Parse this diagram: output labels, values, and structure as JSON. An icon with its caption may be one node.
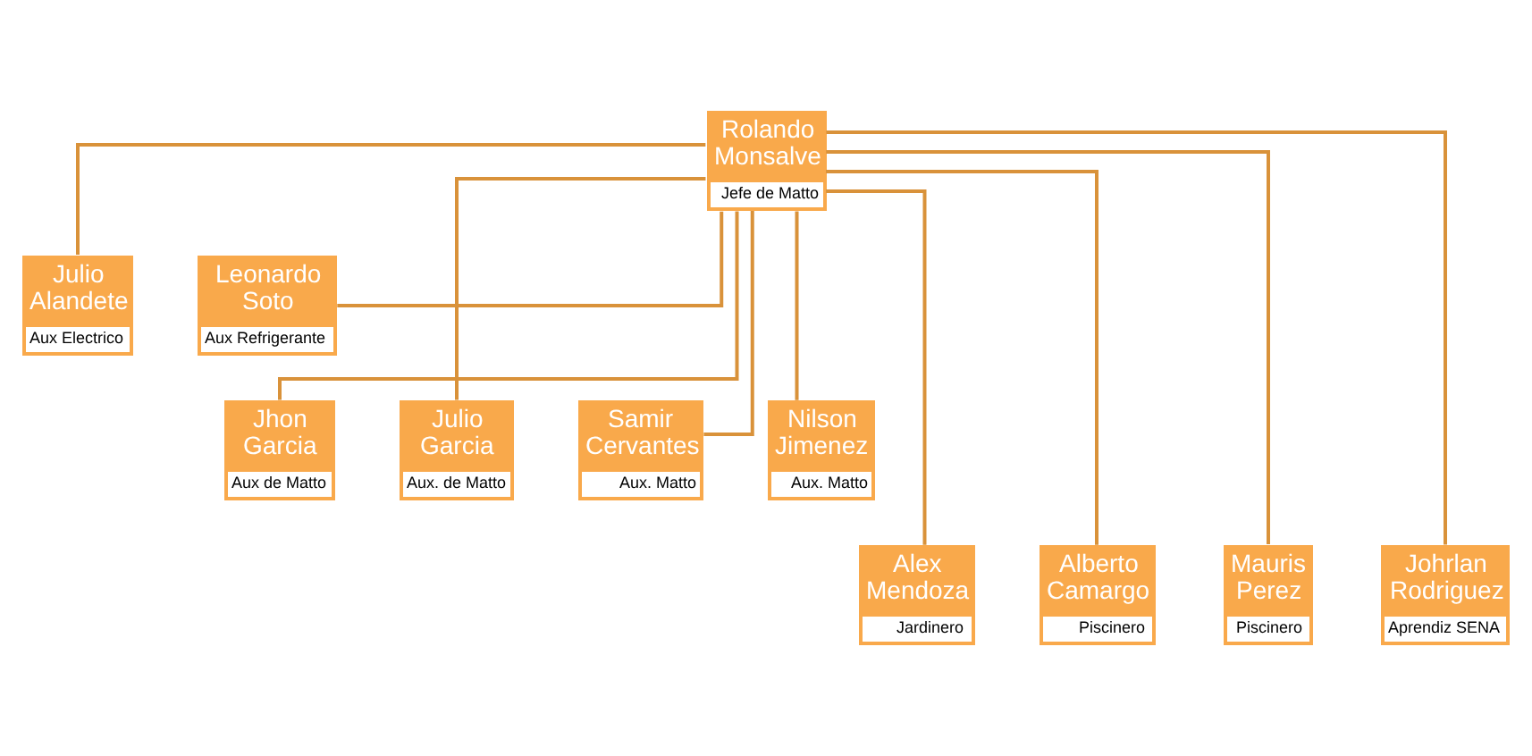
{
  "diagram": {
    "nodes": [
      {
        "text": [
          "Rolando Monsalve",
          "Jefe de Matto"
        ]
      },
      {
        "text": [
          "Julio Alandete",
          "Aux Electrico"
        ]
      },
      {
        "text": [
          "Leonardo Soto",
          "Aux Refrigerante"
        ]
      },
      {
        "text": [
          "Jhon Garcia",
          "Aux de Matto"
        ]
      },
      {
        "text": [
          "Julio Garcia",
          "Aux. de Matto"
        ]
      },
      {
        "text": [
          "Samir Cervantes",
          "Aux. Matto"
        ]
      },
      {
        "text": [
          "Nilson Jimenez",
          "Aux. Matto"
        ]
      },
      {
        "text": [
          "Alex Mendoza",
          "Jardinero"
        ]
      },
      {
        "text": [
          "Alberto Camargo",
          "Piscinero"
        ]
      },
      {
        "text": [
          "Mauris Perez",
          "Piscinero"
        ]
      },
      {
        "text": [
          "Johrlan Rodriguez",
          "Aprendiz SENA"
        ]
      }
    ],
    "edges": [
      {
        "from": 0,
        "to": 1,
        "arrow": "none"
      },
      {
        "from": 0,
        "to": 2,
        "arrow": "none"
      },
      {
        "from": 0,
        "to": 3,
        "arrow": "none"
      },
      {
        "from": 0,
        "to": 4,
        "arrow": "none"
      },
      {
        "from": 0,
        "to": 5,
        "arrow": "none"
      },
      {
        "from": 0,
        "to": 6,
        "arrow": "none"
      },
      {
        "from": 0,
        "to": 7,
        "arrow": "none"
      },
      {
        "from": 0,
        "to": 8,
        "arrow": "none"
      },
      {
        "from": 0,
        "to": 9,
        "arrow": "none"
      },
      {
        "from": 0,
        "to": 10,
        "arrow": "none"
      }
    ]
  }
}
